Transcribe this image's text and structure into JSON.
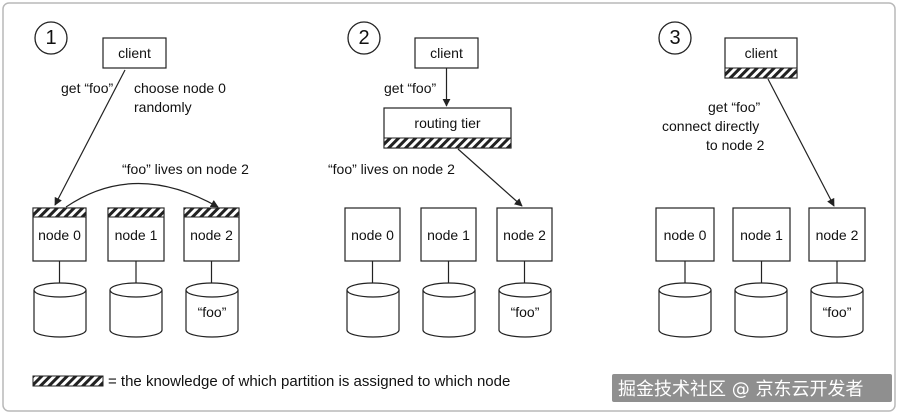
{
  "panels": [
    {
      "number": "1",
      "client": "client",
      "annotation_lines": [
        "get “foo”",
        "choose node 0",
        "randomly"
      ],
      "forward_label": "“foo” lives on node 2",
      "nodes": [
        "node 0",
        "node 1",
        "node 2"
      ],
      "stored_value": "“foo”"
    },
    {
      "number": "2",
      "client": "client",
      "annotation_lines": [
        "get “foo”"
      ],
      "routing": "routing tier",
      "route_label": "“foo” lives on node 2",
      "nodes": [
        "node 0",
        "node 1",
        "node 2"
      ],
      "stored_value": "“foo”"
    },
    {
      "number": "3",
      "client": "client",
      "annotation_lines": [
        "get “foo”",
        "connect directly",
        "to node 2"
      ],
      "nodes": [
        "node 0",
        "node 1",
        "node 2"
      ],
      "stored_value": "“foo”"
    }
  ],
  "legend": "= the knowledge of which partition is assigned to which node",
  "watermark": "掘金技术社区 @ 京东云开发者",
  "colors": {
    "stroke": "#222222",
    "frame": "#b9b9b9",
    "watermark_bg": "#333333"
  }
}
